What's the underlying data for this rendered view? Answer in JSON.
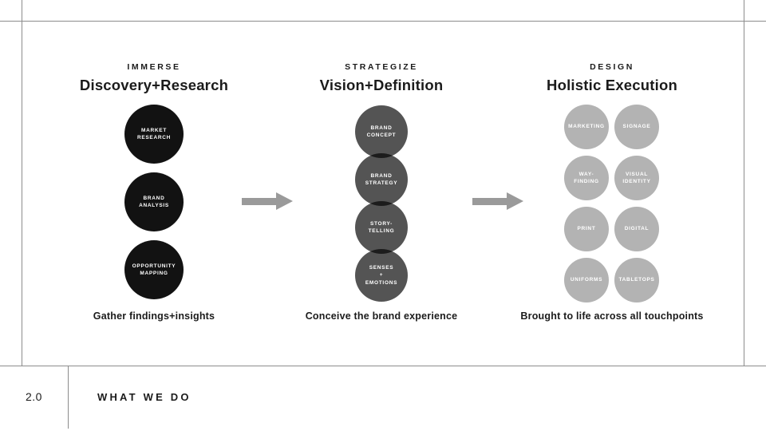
{
  "frame": {
    "line_color": "#8c8c8c"
  },
  "arrow_color": "#9a9a9a",
  "footer": {
    "page_number": "2.0",
    "label": "WHAT WE DO"
  },
  "columns": [
    {
      "id": "immerse",
      "kicker": "IMMERSE",
      "title": "Discovery+Research",
      "caption": "Gather findings+insights",
      "circle_color": "#121212",
      "circles": [
        {
          "lines": [
            "MARKET",
            "RESEARCH"
          ]
        },
        {
          "lines": [
            "BRAND",
            "ANALYSIS"
          ]
        },
        {
          "lines": [
            "OPPORTUNITY",
            "MAPPING"
          ]
        }
      ]
    },
    {
      "id": "strategize",
      "kicker": "STRATEGIZE",
      "title": "Vision+Definition",
      "caption": "Conceive the brand experience",
      "circle_color": "#545454",
      "circles": [
        {
          "lines": [
            "BRAND",
            "CONCEPT"
          ]
        },
        {
          "lines": [
            "BRAND",
            "STRATEGY"
          ]
        },
        {
          "lines": [
            "STORY-",
            "TELLING"
          ]
        },
        {
          "lines": [
            "SENSES",
            "+",
            "EMOTIONS"
          ]
        }
      ]
    },
    {
      "id": "design",
      "kicker": "DESIGN",
      "title": "Holistic Execution",
      "caption": "Brought to life across all touchpoints",
      "circle_color": "#b3b3b3",
      "circles": [
        {
          "lines": [
            "MARKETING"
          ]
        },
        {
          "lines": [
            "SIGNAGE"
          ]
        },
        {
          "lines": [
            "WAY-",
            "FINDING"
          ]
        },
        {
          "lines": [
            "VISUAL",
            "IDENTITY"
          ]
        },
        {
          "lines": [
            "PRINT"
          ]
        },
        {
          "lines": [
            "DIGITAL"
          ]
        },
        {
          "lines": [
            "UNIFORMS"
          ]
        },
        {
          "lines": [
            "TABLETOPS"
          ]
        }
      ]
    }
  ]
}
